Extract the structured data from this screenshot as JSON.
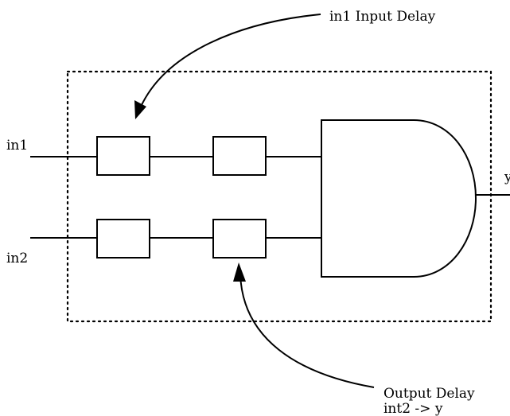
{
  "labels": {
    "in1": "in1",
    "in2": "in2",
    "output": "y",
    "input_delay": "in1 Input Delay",
    "output_delay_line1": "Output Delay",
    "output_delay_line2": "int2 -> y"
  }
}
